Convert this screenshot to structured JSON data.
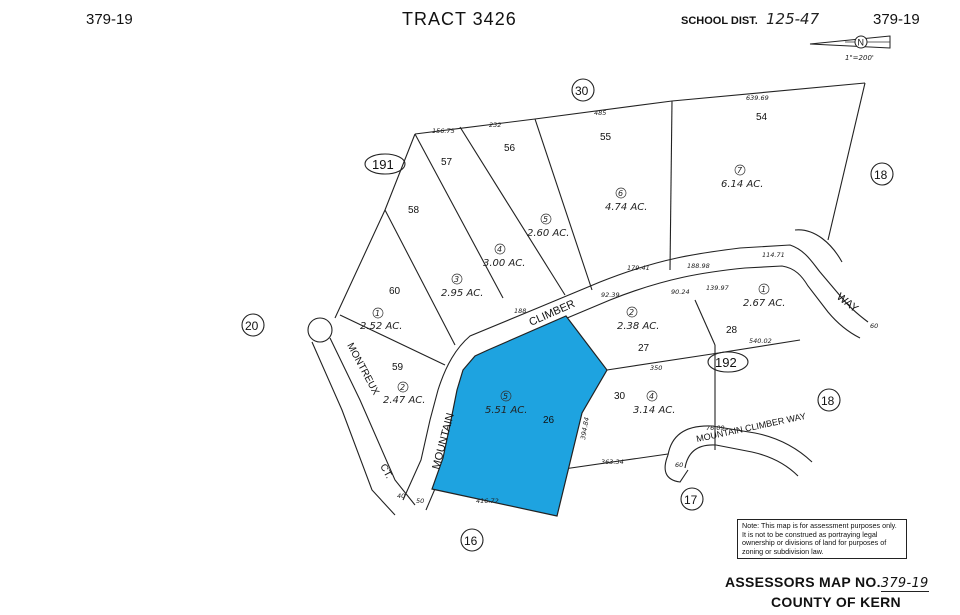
{
  "header": {
    "map_no_left": "379-19",
    "title": "TRACT 3426",
    "school_label": "SCHOOL DIST.",
    "school_value": "125-47",
    "map_no_right": "379-19",
    "north_label": "N",
    "scale": "1\"=200'"
  },
  "footer": {
    "assessors_label": "ASSESSORS MAP NO.",
    "assessors_value": "379-19",
    "county": "COUNTY OF KERN",
    "note": "Note: This map is for assessment purposes only. It is not to be construed as portraying legal ownership or divisions of land for purposes of zoning or subdivision law."
  },
  "streets": {
    "climber": "CLIMBER",
    "way": "WAY",
    "mountain": "MOUNTAIN",
    "montreux": "MONTREUX",
    "ct": "CT.",
    "mcw": "MOUNTAIN CLIMBER WAY"
  },
  "map_refs": {
    "r30": "30",
    "r191": "191",
    "r20": "20",
    "r18a": "18",
    "r18b": "18",
    "r192": "192",
    "r17": "17",
    "r16": "16"
  },
  "lots": {
    "l57": "57",
    "l56": "56",
    "l55": "55",
    "l54": "54",
    "l58": "58",
    "l60": "60",
    "l59": "59",
    "l28": "28",
    "l27": "27",
    "l30": "30",
    "l26": "26"
  },
  "parcels": {
    "p1a": "1",
    "a1a": "2.52 AC.",
    "p2a": "2",
    "a2a": "2.47 AC.",
    "p3": "3",
    "a3": "2.95 AC.",
    "p4a": "4",
    "a4a": "3.00 AC.",
    "p5a": "5",
    "a5a": "2.60 AC.",
    "p6": "6",
    "a6": "4.74 AC.",
    "p7": "7",
    "a7": "6.14 AC.",
    "p1b": "1",
    "a1b": "2.67 AC.",
    "p2b": "2",
    "a2b": "2.38 AC.",
    "p4b": "4",
    "a4b": "3.14 AC.",
    "p5b": "5",
    "a5b": "5.51 AC."
  },
  "dims": {
    "d15675": "156.75",
    "d232": "232",
    "d485": "485",
    "d63969": "639.69",
    "d17941": "179.41",
    "d18898": "188.98",
    "d11471": "114.71",
    "d9239": "92.39",
    "d9024": "90.24",
    "d13997": "139.97",
    "d350": "350",
    "d54002": "540.02",
    "d36334": "363.34",
    "d41672": "416.72",
    "d39484": "394.84",
    "d7609": "76.09",
    "d60a": "60",
    "d60b": "60",
    "d50": "50",
    "d40": "40",
    "d188": "188"
  },
  "highlight": {
    "color": "#1ea3e0"
  }
}
